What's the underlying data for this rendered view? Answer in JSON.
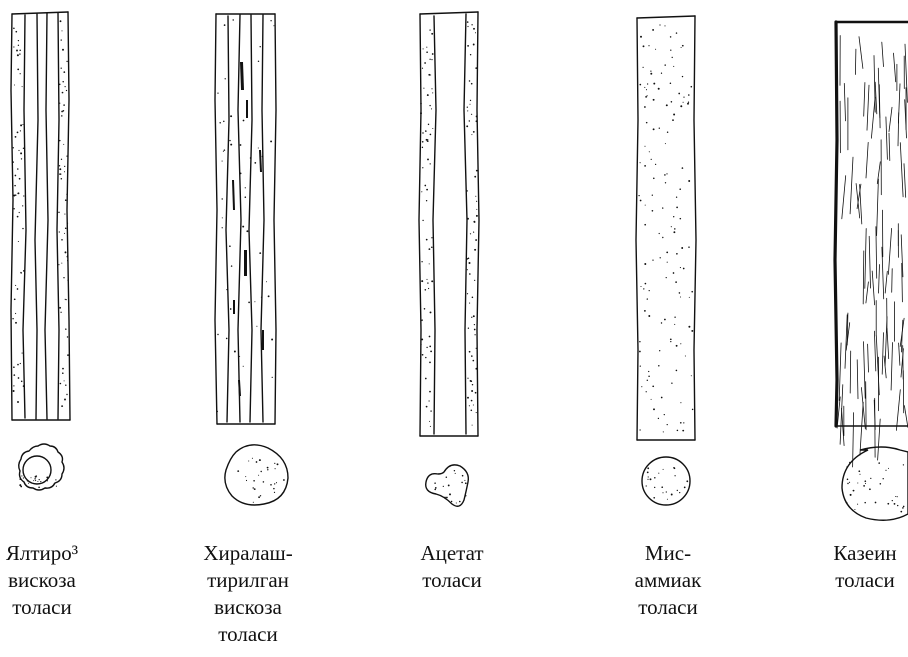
{
  "fibers": [
    {
      "id": "shiny-viscose",
      "caption": [
        "Ялтиро³",
        "вискоза",
        "толаси"
      ]
    },
    {
      "id": "matte-viscose",
      "caption": [
        "Хиралаш-",
        "тирилган",
        "вискоза",
        "толаси"
      ]
    },
    {
      "id": "acetate",
      "caption": [
        "Ацетат",
        "толаси"
      ]
    },
    {
      "id": "copper-ammonia",
      "caption": [
        "Мис-",
        "аммиак",
        "толаси"
      ]
    },
    {
      "id": "casein",
      "caption": [
        "Казеин",
        "толаси"
      ]
    }
  ],
  "colors": {
    "ink": "#111111",
    "paper": "#ffffff"
  }
}
